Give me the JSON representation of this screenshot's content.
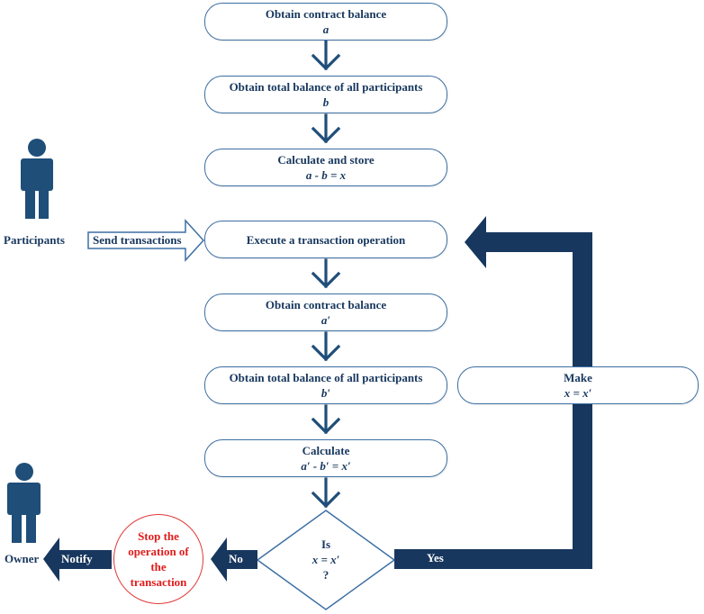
{
  "steps": [
    {
      "title": "Obtain contract balance",
      "sub": "a"
    },
    {
      "title": "Obtain total balance of all participants",
      "sub": "b"
    },
    {
      "title": "Calculate and store",
      "sub": "a - b = x"
    },
    {
      "title": "Execute a transaction operation",
      "sub": ""
    },
    {
      "title": "Obtain contract balance",
      "sub": "a′"
    },
    {
      "title": "Obtain total balance of all participants",
      "sub": "b′"
    },
    {
      "title": "Calculate",
      "sub": "a′ - b′ = x′"
    }
  ],
  "make_box": {
    "title": "Make",
    "sub": "x = x′"
  },
  "decision": {
    "line1": "Is",
    "line2": "x = x′",
    "line3": "?"
  },
  "stop": {
    "line1": "Stop the",
    "line2": "operation of",
    "line3": "the",
    "line4": "transaction"
  },
  "actors": {
    "participants": "Participants",
    "owner": "Owner"
  },
  "arrows": {
    "send": "Send transactions",
    "notify": "Notify",
    "no": "No",
    "yes": "Yes"
  },
  "colors": {
    "dark": "#17375e",
    "border": "#3d6fa3",
    "red": "#e01c1c"
  }
}
